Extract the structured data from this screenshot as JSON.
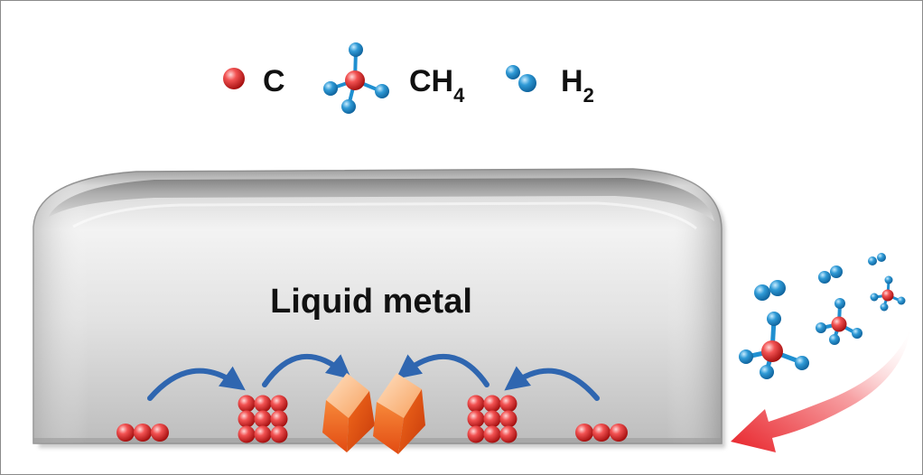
{
  "legend": {
    "items": [
      {
        "icon": "carbon-atom-icon",
        "label": "C",
        "subscript": ""
      },
      {
        "icon": "methane-molecule-icon",
        "label": "CH",
        "subscript": "4"
      },
      {
        "icon": "hydrogen-molecule-icon",
        "label": "H",
        "subscript": "2"
      }
    ]
  },
  "diagram": {
    "container_label": "Liquid metal",
    "colors": {
      "carbon_atom": "#e41e1e",
      "hydrogen_atom": "#1f8fd0",
      "metal_surface": "#b9b9b9",
      "migration_arrow": "#2f66b0",
      "crystal": "#f26a1b",
      "feed_arrow": "#e8232a"
    }
  }
}
